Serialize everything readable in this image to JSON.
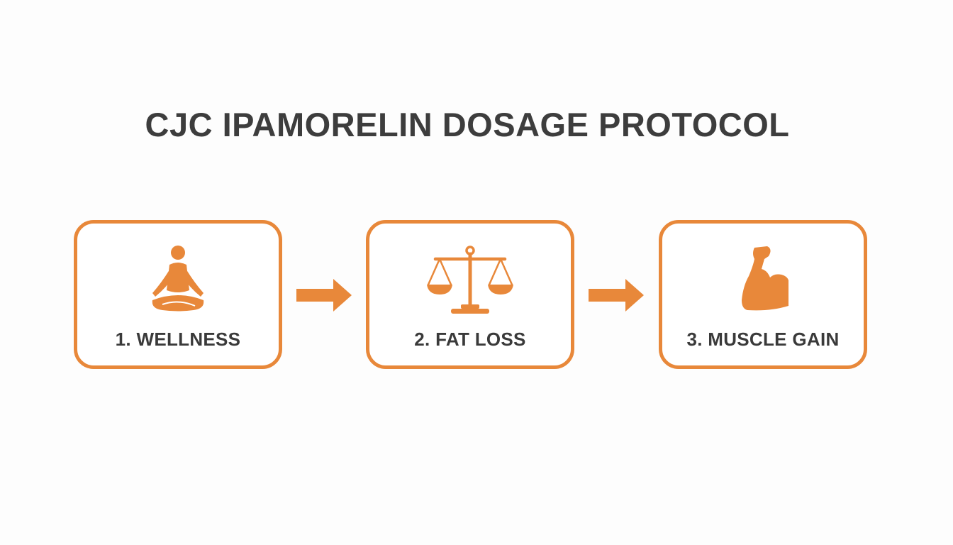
{
  "title": "CJC IPAMORELIN DOSAGE PROTOCOL",
  "accent_color": "#e8883a",
  "text_color": "#3d3d3d",
  "steps": [
    {
      "label": "1. WELLNESS",
      "icon": "meditation-icon"
    },
    {
      "label": "2. FAT LOSS",
      "icon": "balance-scale-icon"
    },
    {
      "label": "3. MUSCLE GAIN",
      "icon": "flexed-bicep-icon"
    }
  ],
  "connectors": [
    "arrow-right-icon",
    "arrow-right-icon"
  ]
}
